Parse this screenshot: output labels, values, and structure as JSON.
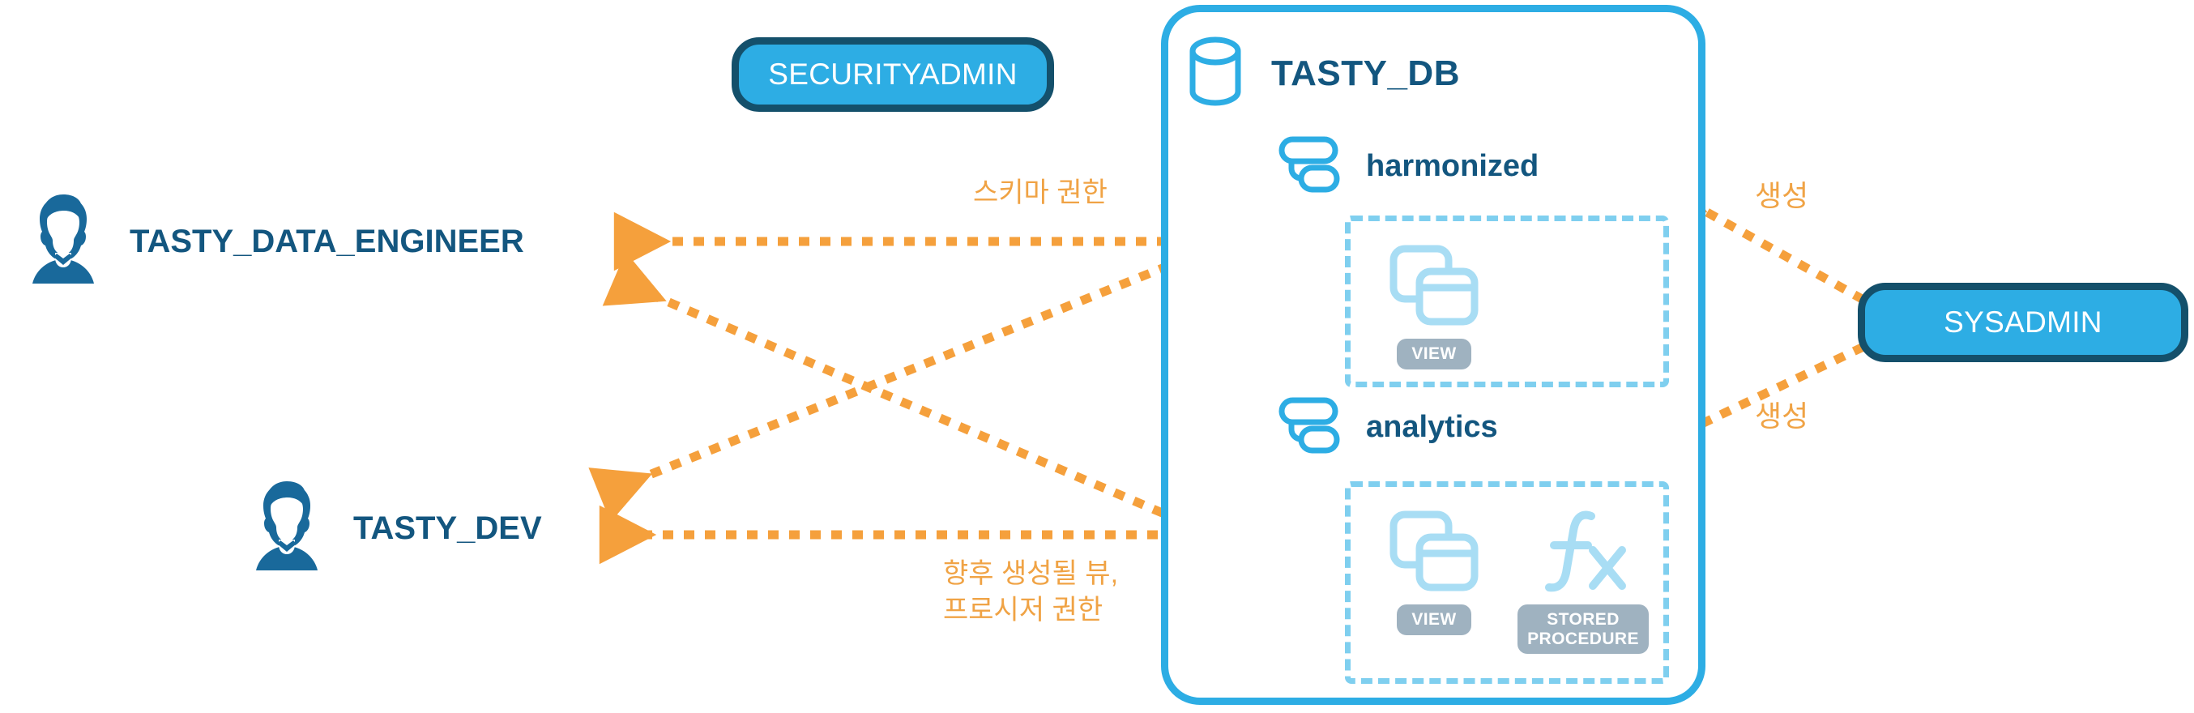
{
  "diagram": {
    "title": "TASTY_DB role access diagram",
    "colors": {
      "accent_blue": "#2DADE4",
      "dark_navy": "#14506B",
      "label_navy": "#13567F",
      "orange": "#F0A345",
      "light_blue": "#A8DDF4",
      "dashed_blue": "#7FCFEF",
      "badge_gray": "#9FB2C0",
      "background": "#FFFFFF"
    },
    "roles": [
      {
        "id": "securityadmin",
        "label": "SECURITYADMIN"
      },
      {
        "id": "sysadmin",
        "label": "SYSADMIN"
      }
    ],
    "actors": [
      {
        "id": "tasty-data-engineer",
        "label": "TASTY_DATA_ENGINEER",
        "icon": "user-icon"
      },
      {
        "id": "tasty-dev",
        "label": "TASTY_DEV",
        "icon": "user-icon"
      }
    ],
    "database": {
      "name": "TASTY_DB",
      "icon": "database-cylinder-icon",
      "schemas": [
        {
          "id": "harmonized",
          "name": "harmonized",
          "icon": "schema-icon",
          "objects": [
            {
              "id": "view",
              "badge": "VIEW",
              "icon": "view-table-icon"
            }
          ]
        },
        {
          "id": "analytics",
          "name": "analytics",
          "icon": "schema-icon",
          "objects": [
            {
              "id": "view",
              "badge": "VIEW",
              "icon": "view-table-icon"
            },
            {
              "id": "stored-procedure",
              "badge": "STORED\nPROCEDURE",
              "icon": "function-fx-icon"
            }
          ]
        }
      ]
    },
    "annotations": {
      "schema_grant": "스키마 권한",
      "future_grant": "향후 생성될 뷰,\n프로시저 권한",
      "create_top": "생성",
      "create_bottom": "생성"
    }
  }
}
